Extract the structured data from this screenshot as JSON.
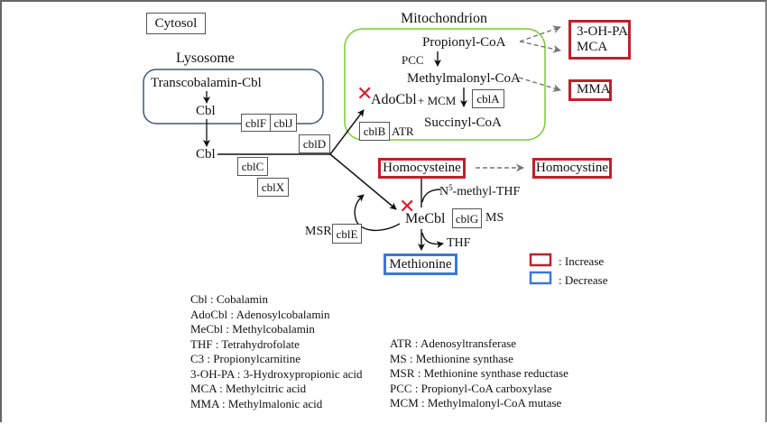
{
  "colors": {
    "increase": "#c0202a",
    "decrease": "#3a78d8",
    "lysosome_border": "#3b5a7a",
    "mitochondrion_border": "#77cc33",
    "inhibition": "#e0192a",
    "dashed_arrow": "#777777"
  },
  "compartments": {
    "cytosol": "Cytosol",
    "lysosome": "Lysosome",
    "mitochondrion": "Mitochondrion"
  },
  "lysosome": {
    "transcobalamin": "Transcobalamin-Cbl",
    "cbl": "Cbl"
  },
  "cytosol_nodes": {
    "cbl": "Cbl",
    "methionine": "Methionine",
    "homocysteine": "Homocysteine",
    "homocystine": "Homocystine",
    "mecbl": "MeCbl",
    "n5_methyl_thf_prefix": "N",
    "n5_methyl_thf_sup": "5",
    "n5_methyl_thf_suffix": "-methyl-THF",
    "thf": "THF",
    "ms": "MS",
    "msr": "MSR"
  },
  "mitochondrion": {
    "propionyl_coa": "Propionyl-CoA",
    "pcc": "PCC",
    "methylmalonyl_coa": "Methylmalonyl-CoA",
    "adocbl": "AdoCbl",
    "plus_mcm": "+ MCM",
    "succinyl_coa": "Succinyl-CoA",
    "atr": "ATR"
  },
  "genes": {
    "cblF": "cblF",
    "cblJ": "cblJ",
    "cblD": "cblD",
    "cblC": "cblC",
    "cblX": "cblX",
    "cblB": "cblB",
    "cblA": "cblA",
    "cblE": "cblE",
    "cblG": "cblG"
  },
  "increased_metabolites": {
    "oh_pa": "3-OH-PA",
    "mca": "MCA",
    "mma": "MMA"
  },
  "legend": {
    "increase": ": Increase",
    "decrease": ": Decrease"
  },
  "inhibition_marker": "✕",
  "abbreviations_left": [
    "Cbl : Cobalamin",
    "AdoCbl : Adenosylcobalamin",
    "MeCbl : Methylcobalamin",
    "THF : Tetrahydrofolate",
    "C3 : Propionylcarnitine",
    "3-OH-PA : 3-Hydroxypropionic acid",
    "MCA : Methylcitric acid",
    "MMA : Methylmalonic acid"
  ],
  "abbreviations_right": [
    "ATR : Adenosyltransferase",
    "MS : Methionine synthase",
    "MSR : Methionine synthase reductase",
    "PCC : Propionyl-CoA carboxylase",
    "MCM : Methylmalonyl-CoA mutase"
  ]
}
